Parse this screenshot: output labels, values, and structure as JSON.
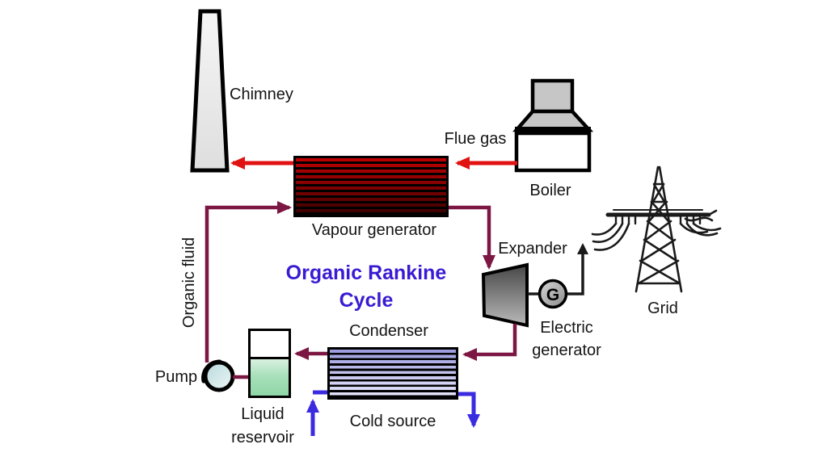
{
  "diagram": {
    "title_line1": "Organic Rankine",
    "title_line2": "Cycle"
  },
  "labels": {
    "chimney": "Chimney",
    "flue_gas": "Flue gas",
    "boiler": "Boiler",
    "vapour_generator": "Vapour generator",
    "expander": "Expander",
    "electric_line1": "Electric",
    "electric_line2": "generator",
    "generator_symbol": "G",
    "grid": "Grid",
    "condenser": "Condenser",
    "cold_source": "Cold source",
    "reservoir_line1": "Liquid",
    "reservoir_line2": "reservoir",
    "pump": "Pump",
    "organic_fluid": "Organic fluid"
  },
  "colors": {
    "flue_gas_line": "#e01212",
    "organic_fluid_line": "#7c1642",
    "cold_source_line": "#3b2be0",
    "electricity_line": "#1a1a1a",
    "title_text": "#3a1bd3"
  }
}
